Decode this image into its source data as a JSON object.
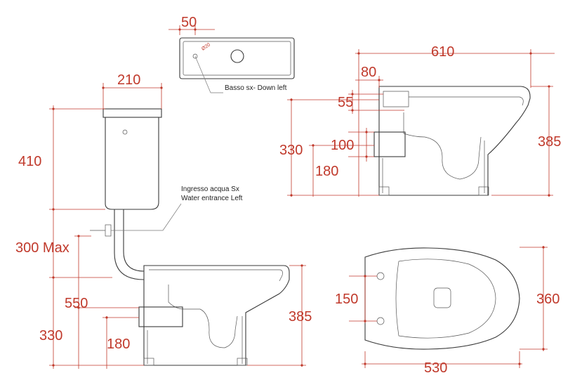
{
  "dimensions": {
    "tank_offset": "50",
    "tank_depth": "210",
    "tank_height": "410",
    "pipe_height": "300 Max",
    "seat_height": "550",
    "outlet_height_left": "330",
    "outlet_center_left": "180",
    "bowl_height_left": "385",
    "total_length": "610",
    "top_setback": "80",
    "rim_offset": "55",
    "outlet_height_right": "330",
    "outlet_diameter": "100",
    "outlet_center_right": "180",
    "bowl_height_right": "385",
    "fixing_distance": "150",
    "bowl_width": "360",
    "bowl_length": "530",
    "hole_diameter": "Ø20"
  },
  "notes": {
    "cistern_outlet": "Basso sx- Down left",
    "water_inlet_it": "Ingresso acqua Sx",
    "water_inlet_en": "Water entrance Left"
  },
  "colors": {
    "dimension": "#c0392b",
    "outline": "#3a3a3a"
  }
}
